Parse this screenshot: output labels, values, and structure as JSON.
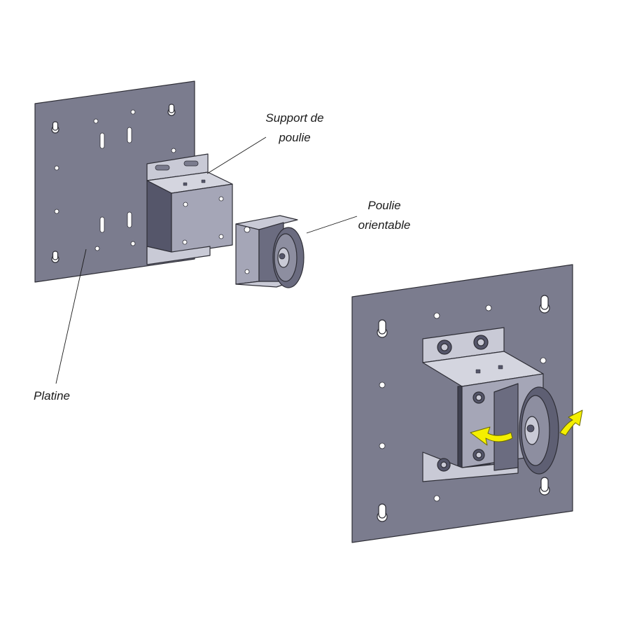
{
  "labels": {
    "support": {
      "line1": "Support de",
      "line2": "poulie"
    },
    "poulie": {
      "line1": "Poulie",
      "line2": "orientable"
    },
    "platine": "Platine"
  },
  "colors": {
    "plate": "#7b7c8e",
    "plate_edge": "#3a3a42",
    "bracket_light": "#c9cad6",
    "bracket_mid": "#9fa0b2",
    "bracket_dark": "#55566a",
    "hole": "#ffffff",
    "arrow": "#f4ef00"
  }
}
